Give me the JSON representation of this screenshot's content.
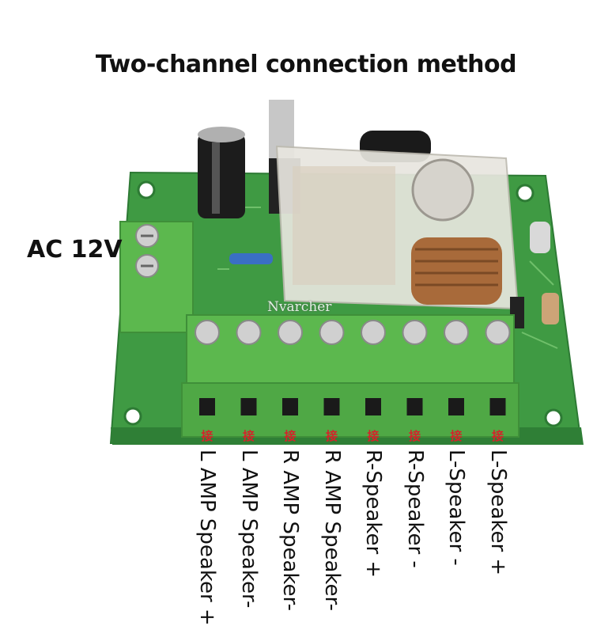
{
  "title": "Two-channel connection method",
  "power_label": "AC 12V",
  "watermark": "Nvarcher",
  "terminal_mark": "接",
  "terminals": [
    {
      "label": "L AMP Speaker +"
    },
    {
      "label": "L AMP Speaker-"
    },
    {
      "label": "R AMP Speaker-"
    },
    {
      "label": "R AMP Speaker-"
    },
    {
      "label": "R-Speaker +"
    },
    {
      "label": "R-Speaker -"
    },
    {
      "label": "L-Speaker -"
    },
    {
      "label": "L-Speaker +"
    }
  ],
  "colors": {
    "pcb": "#3f9a43",
    "terminal_block": "#5cb84e",
    "relay_shell": "#e8e6df",
    "coil": "#a86a3a",
    "mark": "#d4232a"
  }
}
